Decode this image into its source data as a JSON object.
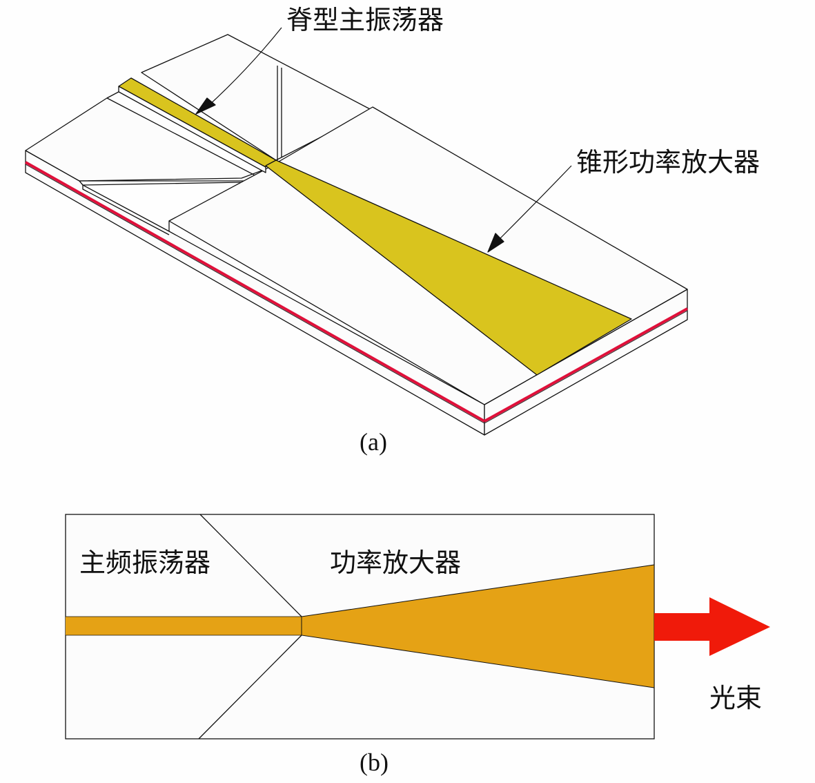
{
  "figure_a": {
    "caption": "(a)",
    "label_ridge_oscillator": "脊型主振荡器",
    "label_tapered_amplifier": "锥形功率放大器",
    "colors": {
      "gain_region": "#d9c41e",
      "active_layer": "#e0103a",
      "outline": "#111111"
    }
  },
  "figure_b": {
    "caption": "(b)",
    "label_master_oscillator": "主频振荡器",
    "label_power_amplifier": "功率放大器",
    "label_beam": "光束",
    "colors": {
      "gain_region": "#e5a215",
      "beam_arrow": "#f01a0a"
    }
  }
}
